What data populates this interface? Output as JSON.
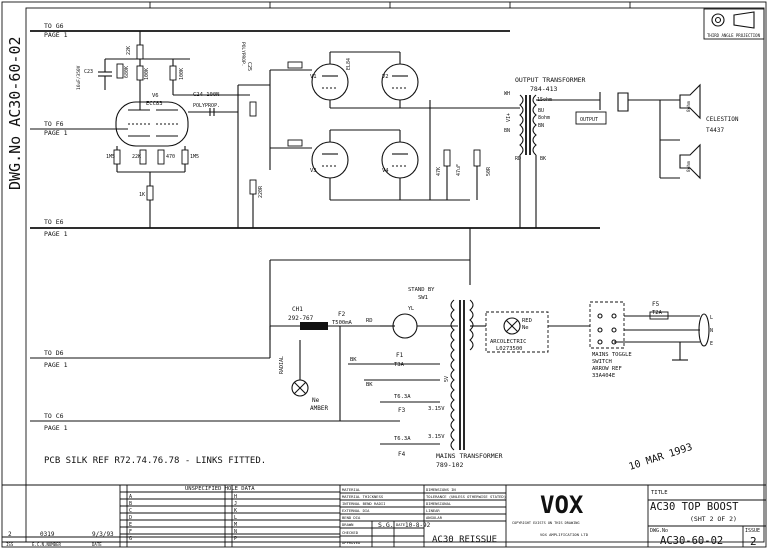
{
  "drawing_number_vertical": "DWG.No AC30-60-02",
  "projection_label": "THIRD ANGLE PROJECTION",
  "nets": {
    "g6": [
      "TO G6",
      "PAGE 1"
    ],
    "f6": [
      "TO F6",
      "PAGE 1"
    ],
    "e6": [
      "TO E6",
      "PAGE 1"
    ],
    "d6": [
      "TO D6",
      "PAGE 1"
    ],
    "c6": [
      "TO C6",
      "PAGE 1"
    ]
  },
  "components": {
    "r_22k": "22K",
    "r_100k_a": "100K",
    "r_100k_b": "100K",
    "c23": "C23",
    "c23_val": "16uF/350V",
    "r_680k": "680K",
    "c24": "C24 100N",
    "c24_type": "POLYPROP.",
    "c25": "C25",
    "c25_type": "POLYPROP.",
    "v6": "V6",
    "v6_type": "ECC83",
    "r_1m5a": "1M5",
    "r_1m5b": "1M5",
    "r_22k_b": "22K",
    "r_470": "470",
    "r_1k": "1K",
    "r_220r": "220R",
    "v1": "V1",
    "v2": "V2",
    "v3": "V3",
    "v4": "V4",
    "el84": "EL84",
    "r_47k": "47K",
    "c_47u": "47uF",
    "r_50r": "50R",
    "output_tx": "OUTPUT TRANSFORMER",
    "output_tx_no": "784-413",
    "tx_taps": [
      "15ohm",
      "BU",
      "8ohm",
      "BN",
      "RD",
      "BK",
      "WH",
      "VI+",
      "BN"
    ],
    "output_label": "OUTPUT",
    "celestion": "CELESTION",
    "celestion_no": "T4437",
    "spk1": "8ohm",
    "spk2": "8ohm",
    "ch1": "CH1",
    "ch1_no": "292-767",
    "f2": "F2",
    "f2_val": "T500mA",
    "rd": "RD",
    "standby": "STAND BY",
    "sw1": "SW1",
    "yl": "YL",
    "red_ne": "RED",
    "ne": "Ne",
    "arcolectric": "ARCOLECTRIC",
    "arcolectric_no": "L0273500",
    "mains_switch": [
      "MAINS TOGGLE",
      "SWITCH",
      "ARROW REF",
      "33A404E"
    ],
    "f5": "F5",
    "f5_val": "T2A",
    "c_radial": "RADIAL",
    "amber": "AMBER",
    "bk1": "BK",
    "bk2": "BK",
    "f1": "F1",
    "f1_val": "T3A",
    "f3": "F3",
    "f3_val": "T6.3A",
    "f4": "F4",
    "f4_val": "T6.3A",
    "v_315a": "3.15V",
    "v_315b": "3.15V",
    "v_5v": "5V",
    "mains_tx": "MAINS TRANSFORMER",
    "mains_tx_no": "789-102",
    "line_l": "L",
    "line_n": "N",
    "line_e": "E"
  },
  "pcb_note": "PCB SILK REF R72.74.76.78 - LINKS FITTED.",
  "date_stamp": "10 MAR 1993",
  "title_block": {
    "hole_header": "UNSPECIFIED HOLE DATA",
    "rev_letters": [
      "A",
      "B",
      "C",
      "D",
      "E",
      "F",
      "G"
    ],
    "rev_letters2": [
      "H",
      "J",
      "K",
      "L",
      "M",
      "N",
      "P"
    ],
    "issue_row": [
      "2",
      "0319",
      "9/3/93"
    ],
    "issue_head": [
      "ISS",
      "E.C.N.NUMBER",
      "DATE"
    ],
    "mid_labels": [
      "MATERIAL",
      "MATERIAL THICKNESS",
      "INTERNAL BEND RADII",
      "EXTERNAL DIA",
      "BEND DIA",
      "DRAWN",
      "CHECKED",
      "APPROVED"
    ],
    "mid_vals": [
      "DIMENSIONS IN",
      "TOLERANCE (UNLESS OTHERWISE STATED)",
      "DIMENSIONAL",
      "ANGULAR",
      "LINEAR"
    ],
    "drawn_by": "S.G.",
    "drawn_date_label": "DATE",
    "drawn_date": "10-8-92",
    "project": "AC30 REISSUE",
    "brand": "VOX",
    "copyright": "COPYRIGHT EXISTS ON THIS DRAWING",
    "company": "VOX AMPLIFICATION LTD",
    "title_label": "TITLE",
    "title": "AC30 TOP BOOST",
    "sheet": "(SHT 2 OF 2)",
    "dwg_label": "DWG.No",
    "dwg_no": "AC30-60-02",
    "issue_label": "ISSUE",
    "issue": "2"
  }
}
